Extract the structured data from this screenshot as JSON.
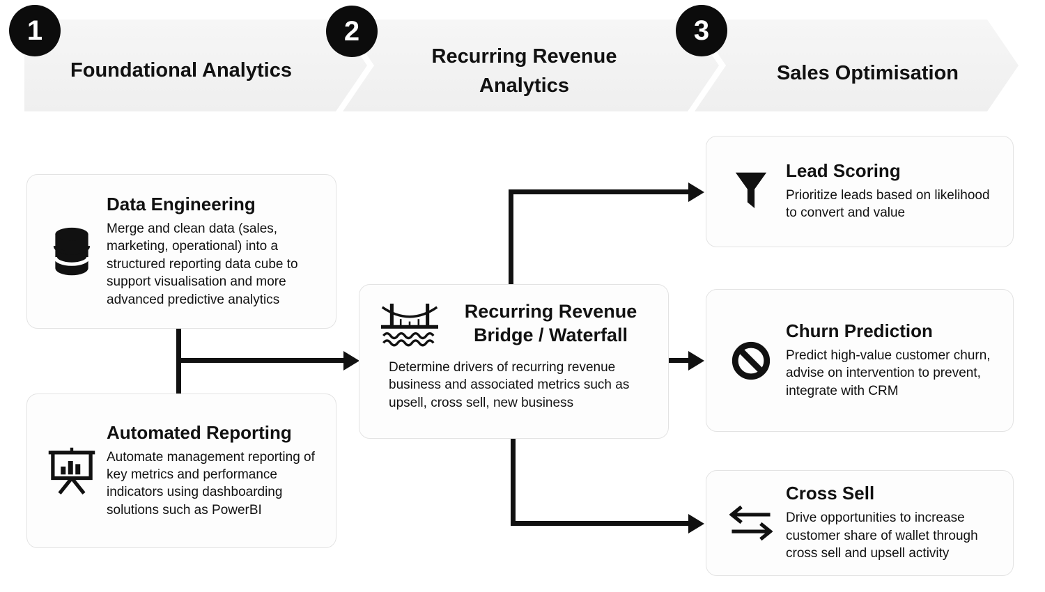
{
  "phases": [
    {
      "number": "1",
      "title": "Foundational Analytics"
    },
    {
      "number": "2",
      "title": "Recurring Revenue Analytics"
    },
    {
      "number": "3",
      "title": "Sales Optimisation"
    }
  ],
  "cards": {
    "dataEngineering": {
      "icon": "database-icon",
      "title": "Data Engineering",
      "body": "Merge and clean data (sales, marketing, operational) into a structured reporting data cube to support visualisation and more advanced predictive analytics"
    },
    "automatedReporting": {
      "icon": "presentation-chart-icon",
      "title": "Automated Reporting",
      "body": "Automate management reporting of key metrics and performance indicators using dashboarding solutions such as PowerBI"
    },
    "revenueBridge": {
      "icon": "bridge-icon",
      "title": "Recurring Revenue Bridge / Waterfall",
      "body": "Determine drivers of recurring revenue business and associated metrics such as upsell, cross sell, new business"
    },
    "leadScoring": {
      "icon": "funnel-icon",
      "title": "Lead Scoring",
      "body": "Prioritize leads based on likelihood to convert and value"
    },
    "churnPrediction": {
      "icon": "no-entry-icon",
      "title": "Churn Prediction",
      "body": "Predict high-value customer churn, advise on intervention to prevent, integrate with CRM"
    },
    "crossSell": {
      "icon": "swap-arrows-icon",
      "title": "Cross Sell",
      "body": "Drive opportunities to increase customer share of wallet through cross sell and upsell activity"
    }
  },
  "colors": {
    "banner_bg_top": "#f6f6f6",
    "banner_bg_bottom": "#efefef",
    "card_bg": "#fdfdfd",
    "card_border": "#e3e3e3",
    "ink": "#111111",
    "circle_bg": "#0c0c0c",
    "circle_text": "#ffffff"
  }
}
